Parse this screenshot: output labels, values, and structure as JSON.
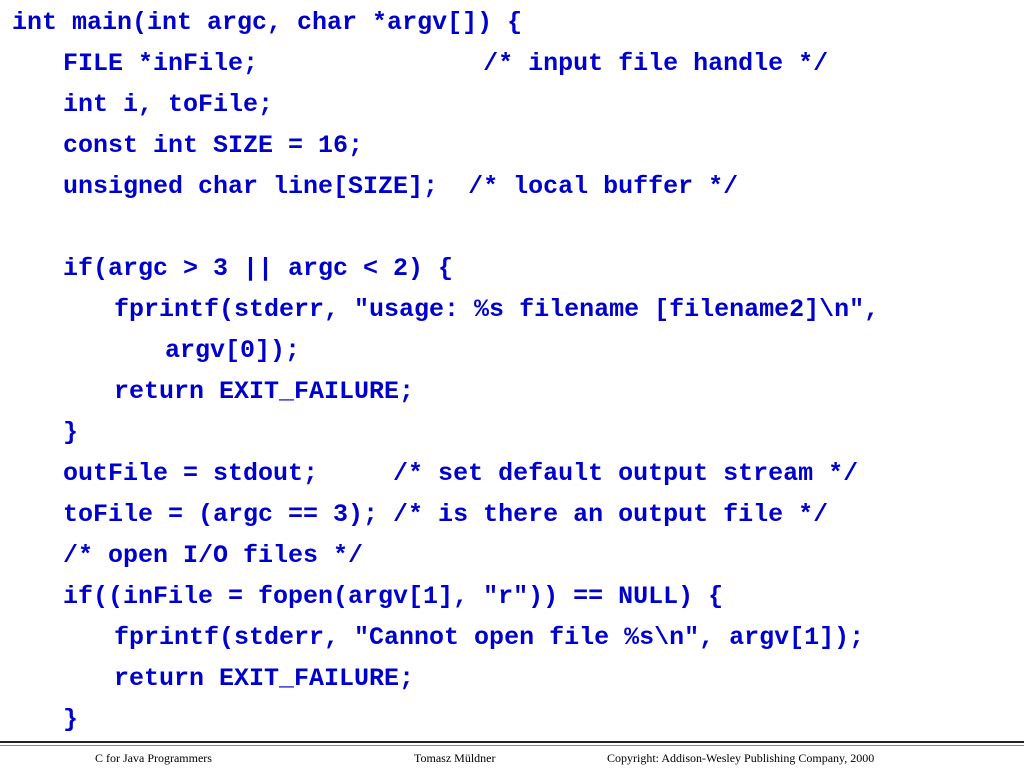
{
  "code_lines": [
    {
      "indent": 0,
      "text": "int main(int argc, char *argv[]) {"
    },
    {
      "indent": 1,
      "text": "FILE *inFile;               /* input file handle */"
    },
    {
      "indent": 1,
      "text": "int i, toFile;"
    },
    {
      "indent": 1,
      "text": "const int SIZE = 16;"
    },
    {
      "indent": 1,
      "text": "unsigned char line[SIZE];  /* local buffer */"
    },
    {
      "indent": 0,
      "text": ""
    },
    {
      "indent": 1,
      "text": "if(argc > 3 || argc < 2) {"
    },
    {
      "indent": 2,
      "text": "fprintf(stderr, \"usage: %s filename [filename2]\\n\","
    },
    {
      "indent": 3,
      "text": "argv[0]);"
    },
    {
      "indent": 2,
      "text": "return EXIT_FAILURE;"
    },
    {
      "indent": 1,
      "text": "}"
    },
    {
      "indent": 1,
      "text": "outFile = stdout;     /* set default output stream */"
    },
    {
      "indent": 1,
      "text": "toFile = (argc == 3); /* is there an output file */"
    },
    {
      "indent": 1,
      "text": "/* open I/O files */"
    },
    {
      "indent": 1,
      "text": "if((inFile = fopen(argv[1], \"r\")) == NULL) {"
    },
    {
      "indent": 2,
      "text": "fprintf(stderr, \"Cannot open file %s\\n\", argv[1]);"
    },
    {
      "indent": 2,
      "text": "return EXIT_FAILURE;"
    },
    {
      "indent": 1,
      "text": "}"
    }
  ],
  "footer": {
    "course": "C for Java Programmers",
    "author": "Tomasz Müldner",
    "copyright": "Copyright: Addison-Wesley Publishing Company, 2000"
  },
  "colors": {
    "code_text": "#0000cc",
    "footer_text": "#000000",
    "background": "#ffffff"
  }
}
